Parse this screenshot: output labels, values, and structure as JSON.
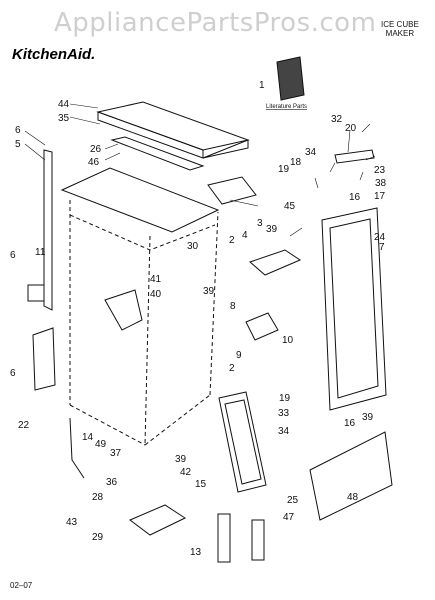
{
  "watermark": "AppliancePartsPros.com",
  "header": {
    "line1": "ICE CUBE",
    "line2": "MAKER"
  },
  "brand": "KitchenAid.",
  "literature_label": "Literature Parts",
  "footer_code": "02–07",
  "callouts": [
    "1",
    "44",
    "35",
    "6",
    "5",
    "26",
    "46",
    "45",
    "30",
    "11",
    "6",
    "6",
    "22",
    "41",
    "40",
    "39",
    "14",
    "49",
    "37",
    "36",
    "28",
    "43",
    "29",
    "42",
    "39",
    "15",
    "13",
    "32",
    "20",
    "34",
    "18",
    "19",
    "23",
    "38",
    "16",
    "17",
    "24",
    "7",
    "3",
    "4",
    "39",
    "2",
    "8",
    "10",
    "9",
    "2",
    "19",
    "33",
    "16",
    "39",
    "34",
    "25",
    "48",
    "47"
  ]
}
